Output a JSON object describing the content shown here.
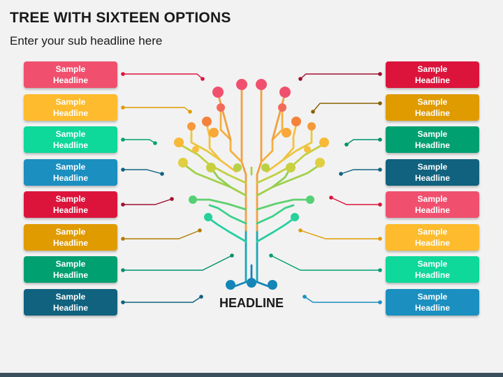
{
  "title": "TREE WITH SIXTEEN OPTIONS",
  "subtitle": "Enter your sub headline here",
  "headline": "HEADLINE",
  "colors": {
    "pink": "#f0506e",
    "crimson": "#dc143c",
    "yellow": "#fdbb2d",
    "amber": "#e09b00",
    "mint": "#0ed89a",
    "green": "#00a070",
    "blue": "#1a8fc0",
    "navy": "#10627e",
    "background": "#f2f2f2"
  },
  "left_boxes": [
    {
      "line1": "Sample",
      "line2": "Headline",
      "color": "#f0506e"
    },
    {
      "line1": "Sample",
      "line2": "Headline",
      "color": "#fdbb2d"
    },
    {
      "line1": "Sample",
      "line2": "Headline",
      "color": "#0ed89a"
    },
    {
      "line1": "Sample",
      "line2": "Headline",
      "color": "#1a8fc0"
    },
    {
      "line1": "Sample",
      "line2": "Headline",
      "color": "#dc143c"
    },
    {
      "line1": "Sample",
      "line2": "Headline",
      "color": "#e09b00"
    },
    {
      "line1": "Sample",
      "line2": "Headline",
      "color": "#00a070"
    },
    {
      "line1": "Sample",
      "line2": "Headline",
      "color": "#10627e"
    }
  ],
  "right_boxes": [
    {
      "line1": "Sample",
      "line2": "Headline",
      "color": "#dc143c"
    },
    {
      "line1": "Sample",
      "line2": "Headline",
      "color": "#e09b00"
    },
    {
      "line1": "Sample",
      "line2": "Headline",
      "color": "#00a070"
    },
    {
      "line1": "Sample",
      "line2": "Headline",
      "color": "#10627e"
    },
    {
      "line1": "Sample",
      "line2": "Headline",
      "color": "#f0506e"
    },
    {
      "line1": "Sample",
      "line2": "Headline",
      "color": "#fdbb2d"
    },
    {
      "line1": "Sample",
      "line2": "Headline",
      "color": "#0ed89a"
    },
    {
      "line1": "Sample",
      "line2": "Headline",
      "color": "#1a8fc0"
    }
  ]
}
